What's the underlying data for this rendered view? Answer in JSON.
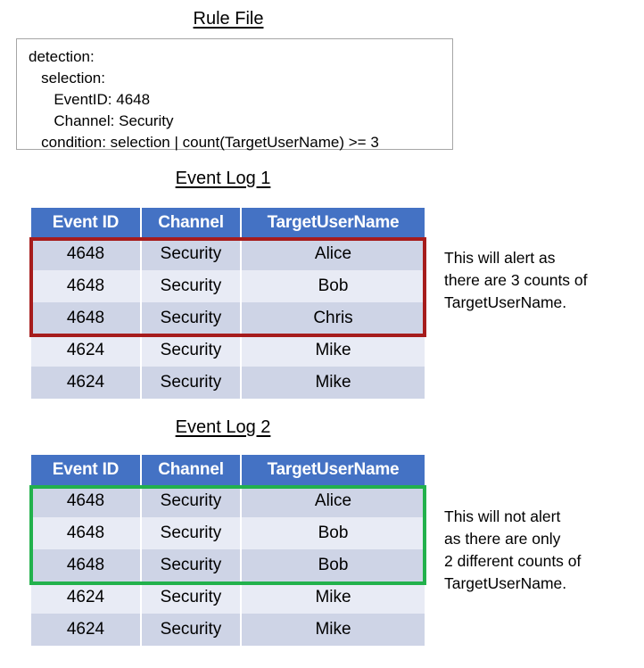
{
  "titles": {
    "rule_file": "Rule File",
    "event_log_1": "Event Log 1",
    "event_log_2": "Event Log 2"
  },
  "rule_file": {
    "lines": [
      "detection:",
      "   selection:",
      "      EventID: 4648",
      "      Channel: Security",
      "   condition: selection | count(TargetUserName) >= 3"
    ]
  },
  "table_columns": [
    "Event ID",
    "Channel",
    "TargetUserName"
  ],
  "event_log_1": {
    "rows": [
      [
        "4648",
        "Security",
        "Alice"
      ],
      [
        "4648",
        "Security",
        "Bob"
      ],
      [
        "4648",
        "Security",
        "Chris"
      ],
      [
        "4624",
        "Security",
        "Mike"
      ],
      [
        "4624",
        "Security",
        "Mike"
      ]
    ]
  },
  "event_log_2": {
    "rows": [
      [
        "4648",
        "Security",
        "Alice"
      ],
      [
        "4648",
        "Security",
        "Bob"
      ],
      [
        "4648",
        "Security",
        "Bob"
      ],
      [
        "4624",
        "Security",
        "Mike"
      ],
      [
        "4624",
        "Security",
        "Mike"
      ]
    ]
  },
  "annotations": {
    "alert": "This will alert as\nthere are 3 counts of\nTargetUserName.",
    "no_alert": "This will not alert\nas there are only\n2 different counts of\nTargetUserName."
  },
  "colors": {
    "header_blue": "#4472C4",
    "row_dark": "#CED4E6",
    "row_light": "#E8EBF5",
    "highlight_red": "#A61C1C",
    "highlight_green": "#22B14C",
    "box_border": "#A6A6A6"
  }
}
